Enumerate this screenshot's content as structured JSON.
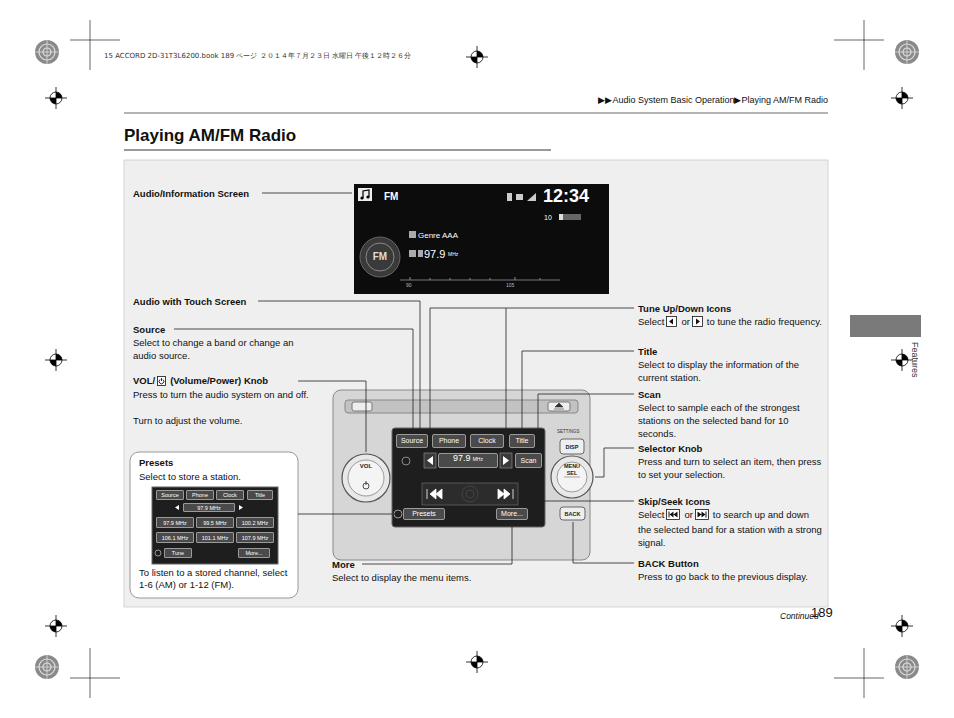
{
  "diagram": {
    "title": "Playing AM/FM Radio",
    "nodes": [
      {
        "text": [
          "FM",
          "12:34",
          "10",
          "Genre AAA",
          "97.9",
          "MHz",
          "90",
          "105",
          "FM"
        ]
      },
      {
        "text": [
          "Source"
        ]
      },
      {
        "text": [
          "Phone"
        ]
      },
      {
        "text": [
          "Clock"
        ]
      },
      {
        "text": [
          "Title"
        ]
      },
      {
        "text": [
          "97.9",
          "MHz"
        ]
      },
      {
        "text": [
          "Scan"
        ]
      },
      {
        "text": [
          "Presets"
        ]
      },
      {
        "text": [
          "More..."
        ]
      },
      {
        "text": [
          "VOL"
        ]
      },
      {
        "text": [
          "DISP"
        ]
      },
      {
        "text": [
          "MENU",
          "SEL"
        ]
      },
      {
        "text": [
          "BACK"
        ]
      },
      {
        "text": [
          "Presets",
          "Select to store a station.",
          "To listen to a stored channel, select 1-6 (AM) or 1-12 (FM)."
        ]
      },
      {
        "text": [
          "Source"
        ],
        "in": 13
      },
      {
        "text": [
          "Phone"
        ],
        "in": 13
      },
      {
        "text": [
          "Clock"
        ],
        "in": 13
      },
      {
        "text": [
          "Title"
        ],
        "in": 13
      },
      {
        "text": [
          "97.9 MHz"
        ],
        "in": 13
      },
      {
        "text": [
          "97.9 MHz"
        ],
        "in": 13
      },
      {
        "text": [
          "99.5 MHz"
        ],
        "in": 13
      },
      {
        "text": [
          "100.2 MHz"
        ],
        "in": 13
      },
      {
        "text": [
          "106.1 MHz"
        ],
        "in": 13
      },
      {
        "text": [
          "101.1 MHz"
        ],
        "in": 13
      },
      {
        "text": [
          "107.9 MHz"
        ],
        "in": 13
      },
      {
        "text": [
          "Tune"
        ],
        "in": 13
      },
      {
        "text": [
          "More..."
        ],
        "in": 13
      }
    ],
    "labels": [
      "15 ACCORD 2D-31T3L6200.book 189 ページ ２０１４年７月２３日 水曜日 午後１２時２６分",
      "▶▶Audio System Basic Operation▶Playing AM/FM Radio",
      "Features",
      "Audio/Information Screen",
      "Audio with Touch Screen",
      "Source",
      "Select to change a band or change an audio source.",
      "VOL/",
      "(Volume/Power) Knob",
      "Press to turn the audio system on and off.",
      "Turn to adjust the volume.",
      "More",
      "Select to display the menu items.",
      "Tune Up/Down Icons",
      "Select",
      "or",
      "to tune the radio frequency.",
      "Title",
      "Select to display the information of the current station.",
      "Scan",
      "Select to sample each of the strongest stations on the selected band for 10 seconds.",
      "Selector Knob",
      "Press and turn to select an item, then press to set your selection.",
      "Skip/Seek Icons",
      "Select",
      "or",
      "to search up and down the selected band for a station with a strong signal.",
      "BACK Button",
      "Press to go back to the previous display.",
      "SETTINGS",
      "Continued",
      "189"
    ]
  }
}
